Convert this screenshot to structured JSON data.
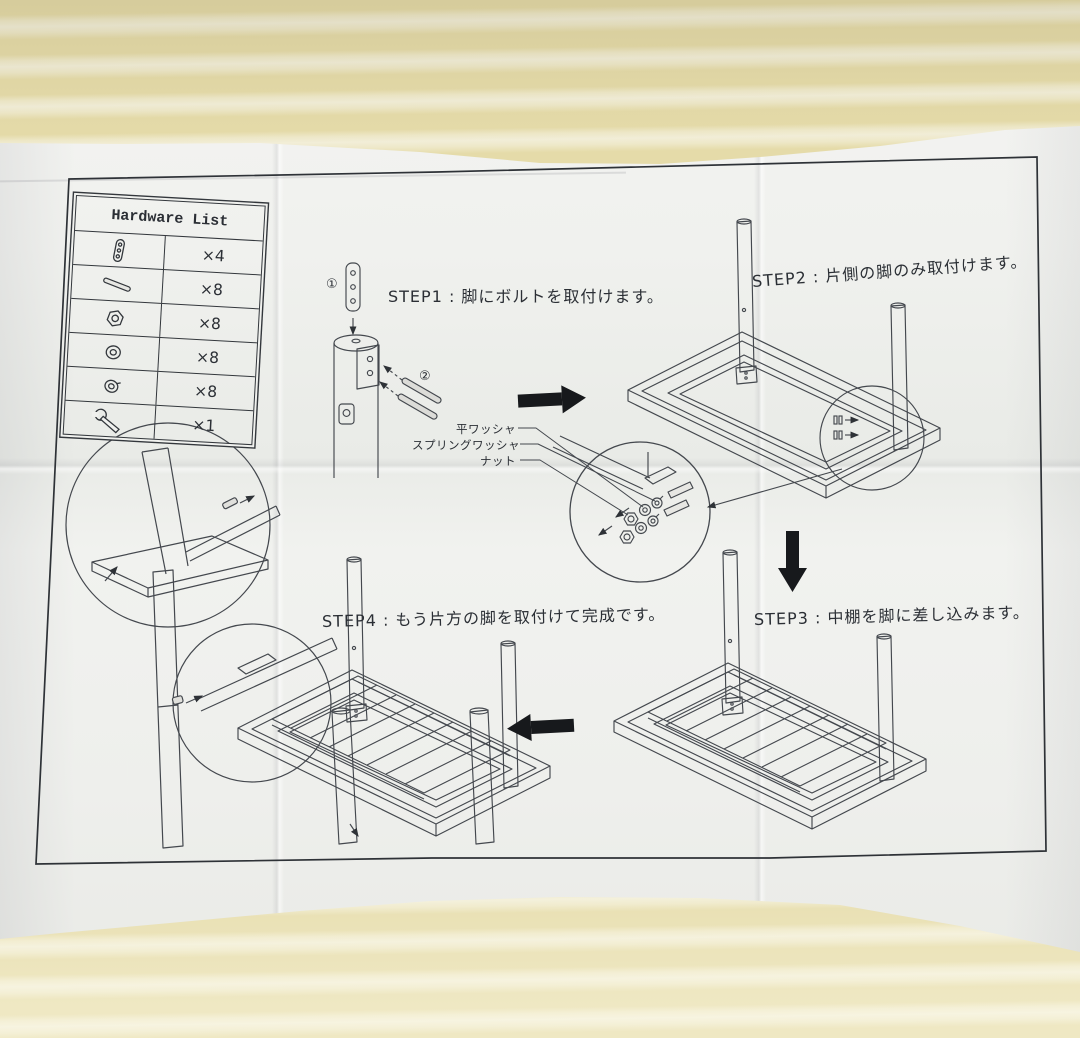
{
  "colors": {
    "ink": "#2e3237",
    "paper": "#f1f1ee",
    "fabric_light": "#f2eed8",
    "fabric_tan": "#e5dba9",
    "solid_arrow": "#17191c"
  },
  "sheet": {
    "hardware_list": {
      "title": "Hardware List",
      "rows": [
        {
          "item": "leg-mounting-plate",
          "qty": "×4"
        },
        {
          "item": "bolt",
          "qty": "×8"
        },
        {
          "item": "nut",
          "qty": "×8"
        },
        {
          "item": "flat-washer",
          "qty": "×8"
        },
        {
          "item": "spring-washer",
          "qty": "×8"
        },
        {
          "item": "wrench",
          "qty": "×1"
        }
      ]
    },
    "steps": [
      {
        "id": "STEP1",
        "text": "STEP1 : 脚にボルトを取付けます。"
      },
      {
        "id": "STEP2",
        "text": "STEP2 : 片側の脚のみ取付けます。"
      },
      {
        "id": "STEP3",
        "text": "STEP3 : 中棚を脚に差し込みます。"
      },
      {
        "id": "STEP4",
        "text": "STEP4 : もう片方の脚を取付けて完成です。"
      }
    ],
    "part_labels": {
      "flat_washer": "平ワッシャ",
      "spring_washer": "スプリングワッシャ",
      "nut": "ナット"
    },
    "callout_numbers": {
      "plate": "①",
      "bolts": "②"
    }
  }
}
